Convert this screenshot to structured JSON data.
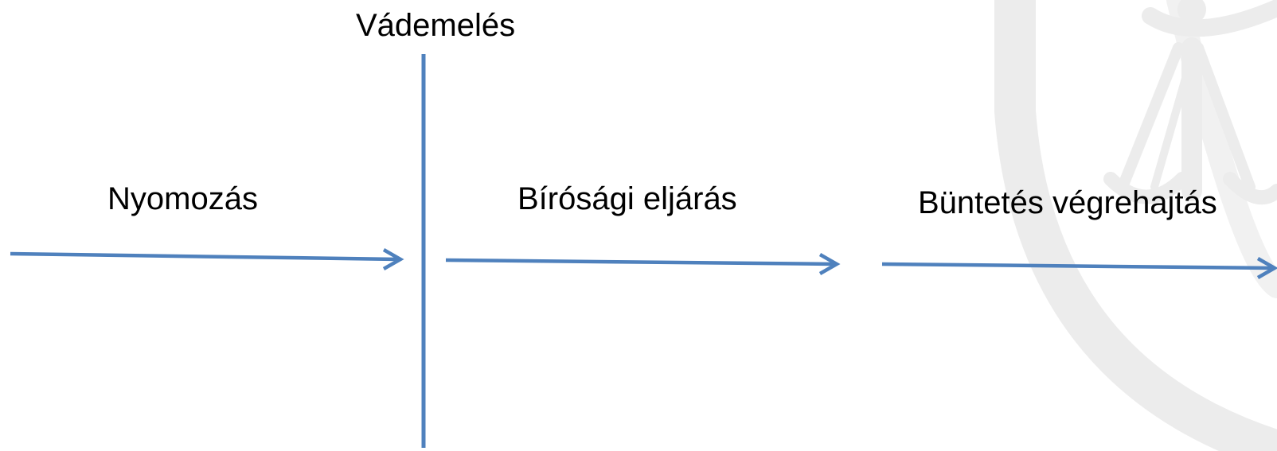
{
  "labels": {
    "indictment": "Vádemelés",
    "investigation": "Nyomozás",
    "court_procedure": "Bírósági eljárás",
    "sentence_execution": "Büntetés végrehajtás"
  },
  "colors": {
    "line": "#4f81bd",
    "watermark": "#ededed"
  },
  "icons": {
    "watermark": "scales-of-justice-icon"
  }
}
